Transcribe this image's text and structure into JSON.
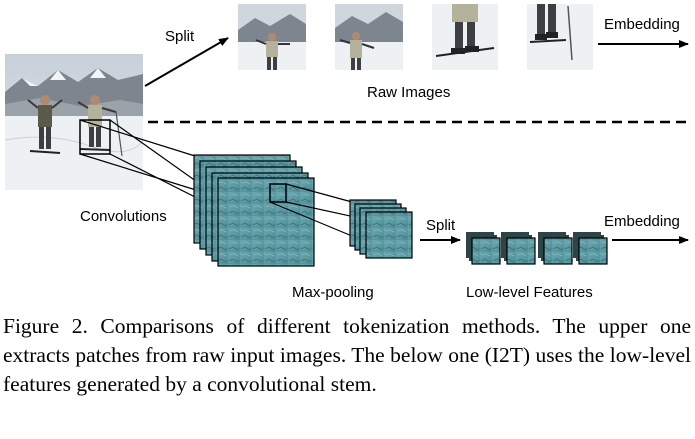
{
  "figure": {
    "labels": {
      "split_top": "Split",
      "embedding_top": "Embedding",
      "raw_images": "Raw Images",
      "convolutions": "Convolutions",
      "split_bottom": "Split",
      "embedding_bottom": "Embedding",
      "max_pooling": "Max-pooling",
      "low_level_features": "Low-level Features"
    },
    "raw_patch_count": 4,
    "feature_group_count": 4,
    "colors": {
      "sky": "#cfd6de",
      "snow": "#eef1f4",
      "mountain": "#7d858e",
      "feature_teal": "#5f9ea6",
      "feature_dark": "#2d4448",
      "line": "#000000"
    }
  },
  "caption": "Figure 2. Comparisons of different tokenization methods. The upper one extracts patches from raw input images. The below one (I2T) uses the low-level features generated by a convolutional stem."
}
